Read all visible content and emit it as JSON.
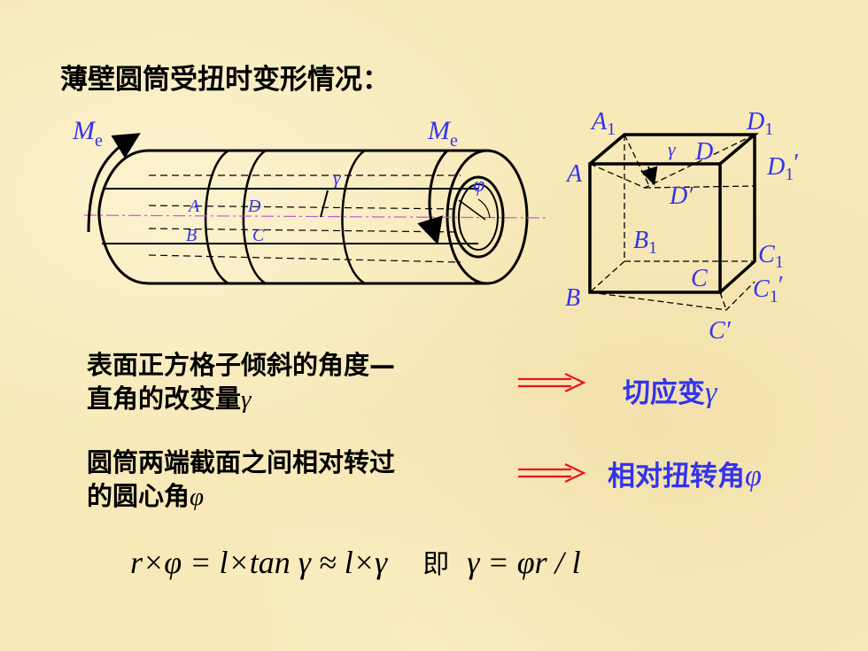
{
  "title": "薄壁圆筒受扭时变形情况：",
  "cylinder": {
    "me_left": "M",
    "me_left_sub": "e",
    "me_right": "M",
    "me_right_sub": "e",
    "gamma": "γ",
    "phi": "φ",
    "pt_a": "A",
    "pt_d": "D",
    "pt_b": "B",
    "pt_c": "C"
  },
  "cube": {
    "a1": "A",
    "a1_sub": "1",
    "d1": "D",
    "d1_sub": "1",
    "gamma": "γ",
    "d": "D",
    "d1p": "D",
    "d1p_sub": "1",
    "d1p_prime": "′",
    "a": "A",
    "dp": "D′",
    "b1": "B",
    "b1_sub": "1",
    "c1": "C",
    "c1_sub": "1",
    "c": "C",
    "b": "B",
    "c1p": "C",
    "c1p_sub": "1",
    "c1p_prime": "′",
    "cp": "C′"
  },
  "rows": {
    "row1_line1": "表面正方格子倾斜的角度—",
    "row1_line2": "直角的改变量",
    "row1_sym": "γ",
    "row2_line1": "圆筒两端截面之间相对转过",
    "row2_line2": "的圆心角",
    "row2_sym": "φ"
  },
  "results": {
    "r1": "切应变",
    "r1_sym": "γ",
    "r2": "相对扭转角",
    "r2_sym": "φ"
  },
  "formula": {
    "left": "r×φ = l×tan γ ≈ l×γ",
    "ji": "即",
    "right": "γ = φr / l"
  },
  "colors": {
    "arrow": "#e8141e",
    "result": "#3333ee",
    "axis": "#cc55cc"
  }
}
